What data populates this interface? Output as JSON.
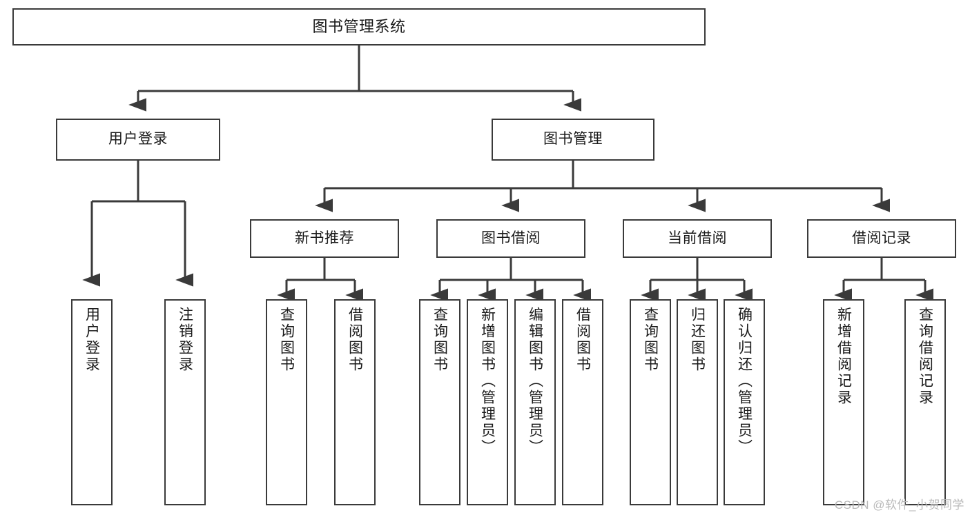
{
  "diagram": {
    "type": "tree",
    "title": "图书管理系统",
    "background_color": "#ffffff",
    "stroke_color": "#3a3a3a",
    "text_color": "#1a1a1a"
  },
  "root": {
    "label": "图书管理系统"
  },
  "level2": [
    {
      "label": "用户登录"
    },
    {
      "label": "图书管理"
    }
  ],
  "level3": [
    {
      "label": "新书推荐"
    },
    {
      "label": "图书借阅"
    },
    {
      "label": "当前借阅"
    },
    {
      "label": "借阅记录"
    }
  ],
  "leaves": {
    "user_login": [
      {
        "label": "用户登录"
      },
      {
        "label": "注销登录"
      }
    ],
    "new_book": [
      {
        "label": "查询图书"
      },
      {
        "label": "借阅图书"
      }
    ],
    "book_borrow": [
      {
        "label": "查询图书"
      },
      {
        "label": "新增图书（管理员）"
      },
      {
        "label": "编辑图书（管理员）"
      },
      {
        "label": "借阅图书"
      }
    ],
    "current_borrow": [
      {
        "label": "查询图书"
      },
      {
        "label": "归还图书"
      },
      {
        "label": "确认归还（管理员）"
      }
    ],
    "borrow_record": [
      {
        "label": "新增借阅记录"
      },
      {
        "label": "查询借阅记录"
      }
    ]
  },
  "watermark": {
    "text": "CSDN @软件_小贺同学"
  }
}
